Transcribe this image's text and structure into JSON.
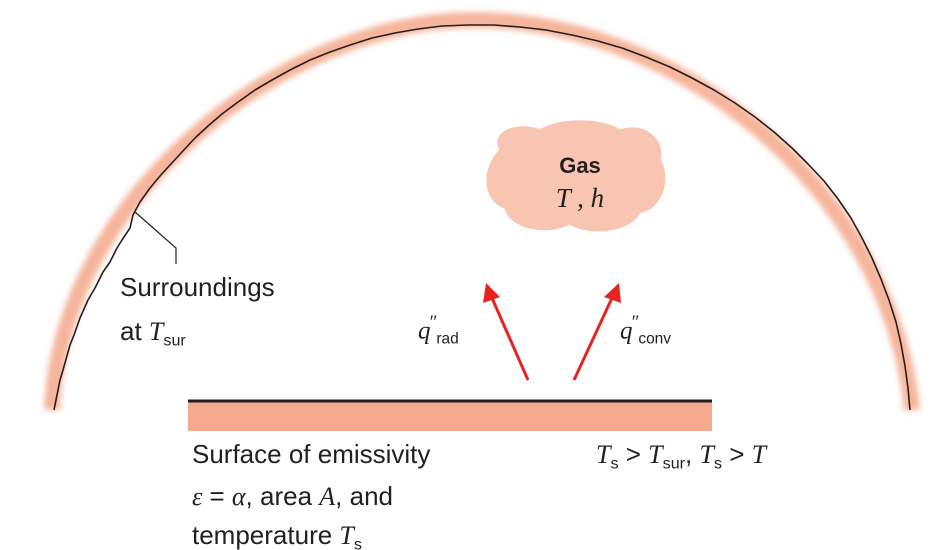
{
  "colors": {
    "surroundings_glow": "#f6b59c",
    "surface_fill": "#f5a98e",
    "surface_edge": "#231f20",
    "gas_fill": "#f9c5b3",
    "arrow": "#e8231f",
    "text": "#231f20"
  },
  "surroundings": {
    "line1": "Surroundings",
    "line2_prefix": "at ",
    "temp_symbol": "T",
    "temp_subscript": "sur"
  },
  "gas": {
    "title": "Gas",
    "variables": "T , h"
  },
  "arrows": {
    "rad_symbol": "q",
    "rad_prime": "″",
    "rad_subscript": "rad",
    "conv_symbol": "q",
    "conv_prime": "″",
    "conv_subscript": "conv"
  },
  "surface_label": {
    "line1": "Surface of emissivity",
    "line2_eps": "ε",
    "line2_eq": " = ",
    "line2_alpha": "α",
    "line2_mid": ", area ",
    "line2_area": "A",
    "line2_end": ", and",
    "line3_prefix": "temperature ",
    "line3_symbol": "T",
    "line3_subscript": "s"
  },
  "condition": {
    "ts1": "T",
    "ts1_sub": "s",
    "gt1": " > ",
    "tsur": "T",
    "tsur_sub": "sur",
    "comma": ", ",
    "ts2": "T",
    "ts2_sub": "s",
    "gt2": " > ",
    "t": "T"
  }
}
